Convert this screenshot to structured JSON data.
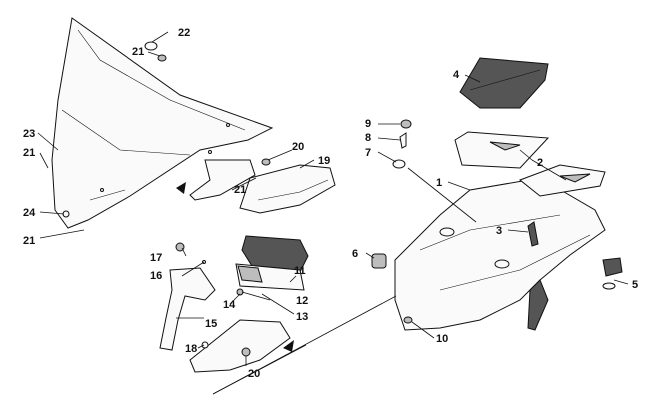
{
  "callouts": {
    "c1": "1",
    "c2": "2",
    "c3": "3",
    "c4": "4",
    "c5": "5",
    "c6": "6",
    "c7": "7",
    "c8": "8",
    "c9": "9",
    "c10": "10",
    "c11": "11",
    "c12": "12",
    "c13": "13",
    "c14": "14",
    "c15": "15",
    "c16": "16",
    "c17": "17",
    "c18": "18",
    "c19": "19",
    "c20a": "20",
    "c20b": "20",
    "c21a": "21",
    "c21b": "21",
    "c21c": "21",
    "c21d": "21",
    "c22": "22",
    "c23": "23",
    "c24": "24"
  }
}
